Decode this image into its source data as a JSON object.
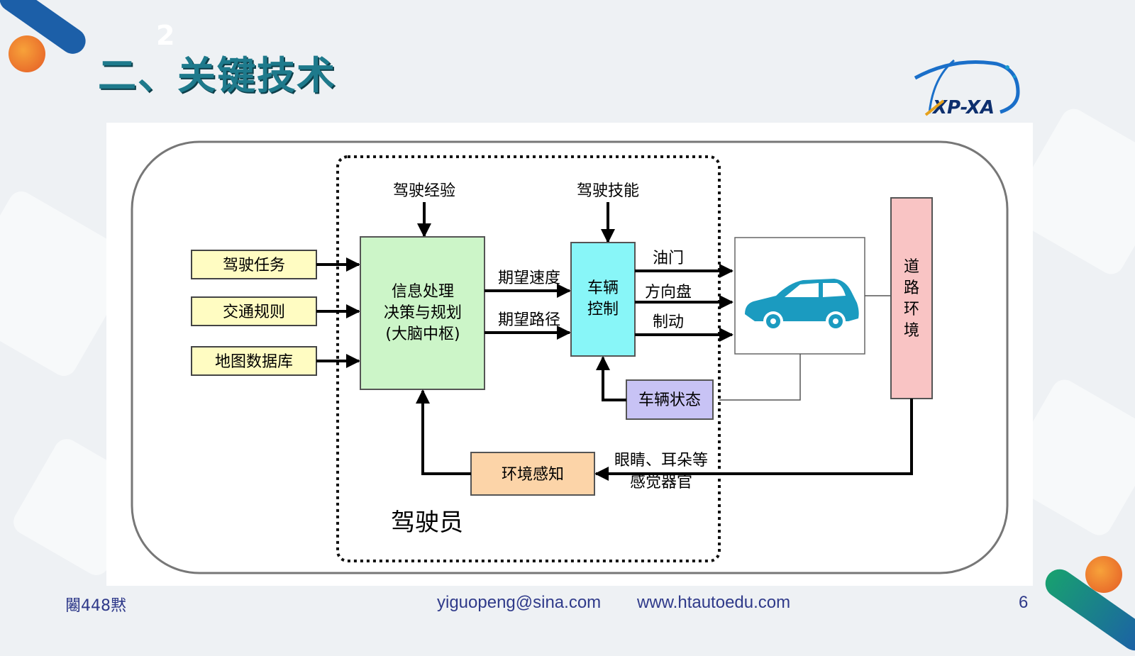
{
  "slide": {
    "ghost_number": "2",
    "title": "二、关键技术",
    "logo_text": "XP-XA"
  },
  "diagram": {
    "inputs": [
      "驾驶任务",
      "交通规则",
      "地图数据库"
    ],
    "experience": "驾驶经验",
    "skill": "驾驶技能",
    "brain": {
      "line1": "信息处理",
      "line2": "决策与规划",
      "line3": "(大脑中枢)"
    },
    "desired_speed": "期望速度",
    "desired_path": "期望路径",
    "control": {
      "line1": "车辆",
      "line2": "控制"
    },
    "outputs": [
      "油门",
      "方向盘",
      "制动"
    ],
    "vehicle_state": "车辆状态",
    "perception": "环境感知",
    "senses": {
      "line1": "眼睛、耳朵等",
      "line2": "感觉器官"
    },
    "road_env": [
      "道",
      "路",
      "环",
      "境"
    ],
    "driver": "驾驶员",
    "colors": {
      "input_fill": "#fffcc2",
      "brain_fill": "#ccf5c8",
      "control_fill": "#88f6f8",
      "state_fill": "#c8c3f5",
      "perception_fill": "#fcd4a8",
      "road_fill": "#f9c4c4",
      "car_color": "#1b9bc0"
    }
  },
  "footer": {
    "date": "闂448黙",
    "email": "yiguopeng@sina.com",
    "website": "www.htautoedu.com",
    "page": "6"
  }
}
